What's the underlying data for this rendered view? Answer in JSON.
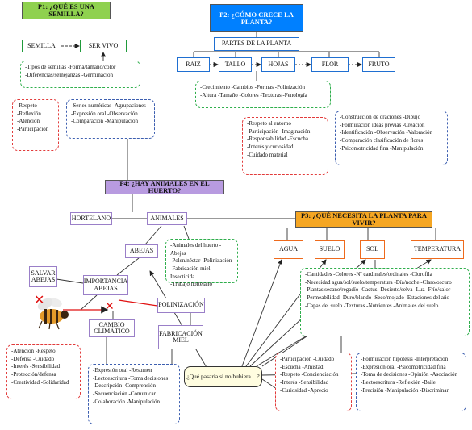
{
  "p1": {
    "title": "P1: ¿QUÉ ES UNA SEMILLA?",
    "semilla": "SEMILLA",
    "ser_vivo": "SER VIVO",
    "box_content": "-Tipos de semillas    -Forma/tamaño/color\n-Diferencias/semejanzas    -Germinación",
    "box_values": "-Respeto\n-Reflexión\n-Atención\n-Participación",
    "box_skills": "-Series numéricas  -Agrupaciones\n-Expresión oral    -Observación\n-Comparación    -Manipulación"
  },
  "p2": {
    "title": "P2: ¿CÓMO CRECE LA PLANTA?",
    "partes": "PARTES DE LA PLANTA",
    "parts": [
      "RAIZ",
      "TALLO",
      "HOJAS",
      "FLOR",
      "FRUTO"
    ],
    "box_content": "-Crecimiento  -Cambios -Formas -Polinización\n-Altura  -Tamaño  -Colores -Texturas -Fenología",
    "box_values": "-Respeto al entorno\n-Participación    -Imaginación\n-Responsabilidad    -Escucha\n-Interés y curiosidad\n-Cuidado material",
    "box_skills": "-Construcción de oraciones    -Dibujo\n-Formulación ideas previas    -Creación\n-Identificación  -Observación  -Valoración\n-Comparación clasificación de flores\n-Psicomotricidad fina    -Manipulación"
  },
  "p3": {
    "title": "P3: ¿QUÉ NECESITA LA PLANTA PARA VIVIR?",
    "needs": [
      "AGUA",
      "SUELO",
      "SOL",
      "TEMPERATURA"
    ],
    "box_content": "-Cantidades  -Colores  -Nº cardinales/ordinales   -Clorofila\n-Necesidad agua/sol/suelo/temperatura  -Día/noche   -Claro/oscuro\n-Plantas secano/regadío  -Cactus  -Desierto/selva  -Luz  -Frío/calor\n-Permeabilidad  -Duro/blando  -Seco/mojado -Estaciones del año\n-Capas del suelo  -Texturas   -Nutrientes   -Animales del  suelo",
    "box_values": "-Participación    -Cuidado\n-Escucha    -Amistad\n-Respeto    -Concienciación\n-Interés    -Sensibilidad\n-Curiosidad    -Aprecio",
    "box_skills": "-Formulación hipótesis    -Interpretación\n-Expresión oral    -Psicomotricidad fina\n-Toma de decisiones -Opinión -Asociación\n-Lectoescritura    -Reflexión    -Baile\n-Precisión   -Manipulación -Discriminar"
  },
  "p4": {
    "title": "P4: ¿HAY ANIMALES EN EL HUERTO?",
    "hortelano": "HORTELANO",
    "animales": "ANIMALES",
    "abejas": "ABEJAS",
    "salvar": "SALVAR\nABEJAS",
    "importancia": "IMPORTANCIA\nABEJAS",
    "polinizacion": "POLINIZACIÓN",
    "cambio": "CAMBIO\nCLIMÁTICO",
    "fabricacion": "FABRICACIÓN\nMIEL",
    "box_content": "-Animales del huerto  -Abejas\n-Polen/néctar  -Polinización\n-Fabricación miel   -Insecticida\n-Trabajo hortelano",
    "box_values": "-Atención  -Respeto\n-Defensa  -Cuidado\n-Interés  -Sensibilidad\n-Protección/defensa\n-Creatividad  -Solidaridad",
    "box_skills": "-Expresión oral    -Resumen\n-Lectoescritura    -Toma decisiones\n-Descripción    -Comprensión\n-Secuenciación    -Comunicar\n-Colaboración    -Manipulación"
  },
  "question": "¿Qué pasaría si no hubiera…?",
  "colors": {
    "green": "#1f9a3a",
    "blue": "#1f6fd1",
    "purple": "#9a7fc8",
    "orange": "#ee6a1c",
    "p1_fill": "#8fd14f",
    "p2_fill": "#0080ff",
    "p3_fill": "#f5a623",
    "p4_fill": "#b89be0"
  }
}
